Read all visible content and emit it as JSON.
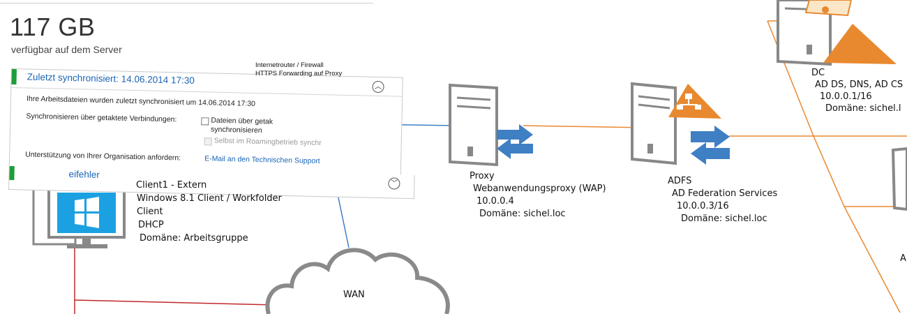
{
  "storage": {
    "amount": "117 GB",
    "caption": "verfügbar auf dem Server"
  },
  "sync_panel": {
    "title": "Zuletzt synchronisiert: 14.06.2014 17:30",
    "last_sync_text": "Ihre Arbeitsdateien wurden zuletzt synchronisiert um 14.06.2014 17:30",
    "metered_label": "Synchronisieren über getaktete Verbindungen:",
    "option_metered_line1": "Dateien über getak",
    "option_metered_line2": "synchronisieren",
    "option_roaming": "Selbst im Roamingbetrieb synchr",
    "support_label": "Unterstützung von Ihrer Organisation anfordern:",
    "support_link": "E-Mail an den Technischen Support",
    "second_title": "eifehler"
  },
  "router": {
    "line1": "Internetrouter / Firewall",
    "line2": "HTTPS Forwarding auf Proxy"
  },
  "client": {
    "lines": [
      "Client1 - Extern",
      "Windows 8.1 Client / Workfolder",
      "Client",
      "DHCP",
      "Domäne: Arbeitsgruppe"
    ]
  },
  "wan": {
    "label": "WAN"
  },
  "proxy": {
    "lines": [
      "Proxy",
      "Webanwendungsproxy (WAP)",
      "10.0.0.4",
      "Domäne: sichel.loc"
    ]
  },
  "adfs": {
    "lines": [
      "ADFS",
      "AD Federation Services",
      "10.0.0.3/16",
      "Domäne: sichel.loc"
    ]
  },
  "dc": {
    "lines": [
      "DC",
      "AD DS, DNS, AD CS",
      "10.0.0.1/16",
      "Domäne: sichel.l"
    ]
  },
  "partial": {
    "letter": "A"
  },
  "colors": {
    "accent_blue": "#1a64b5",
    "orange": "#e8892f",
    "arrow_blue": "#3f7fc4",
    "windows_blue": "#1ba1e2",
    "status_green": "#1e9d3a",
    "red_link": "#c0282b"
  }
}
